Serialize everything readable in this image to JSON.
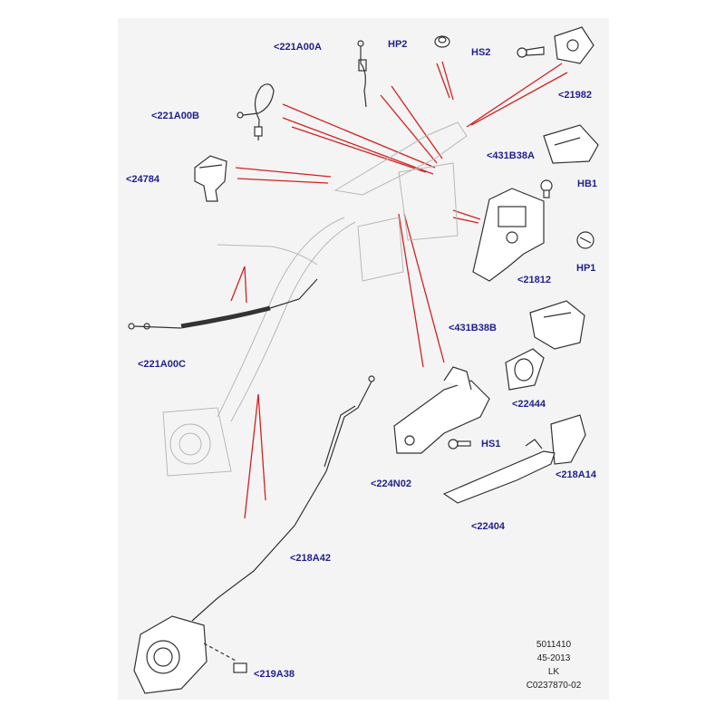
{
  "labels": {
    "221A00A": "<221A00A",
    "HP2": "HP2",
    "HS2": "HS2",
    "21982": "<21982",
    "221A00B": "<221A00B",
    "431B38A": "<431B38A",
    "24784": "<24784",
    "HB1": "HB1",
    "HP1": "HP1",
    "21812": "<21812",
    "221A00C": "<221A00C",
    "431B38B": "<431B38B",
    "22444": "<22444",
    "HS1": "HS1",
    "224N02": "<224N02",
    "218A14": "<218A14",
    "22404": "<22404",
    "218A42": "<218A42",
    "219A38": "<219A38"
  },
  "meta": {
    "line1": "5011410",
    "line2": "45-2013",
    "line3": "LK",
    "line4": "C0237870-02"
  },
  "colors": {
    "label": "#1f1f8f",
    "callout": "#d42020",
    "line_art": "#333333",
    "ghost_art": "#b8b8b8",
    "background": "#f4f4f4"
  }
}
